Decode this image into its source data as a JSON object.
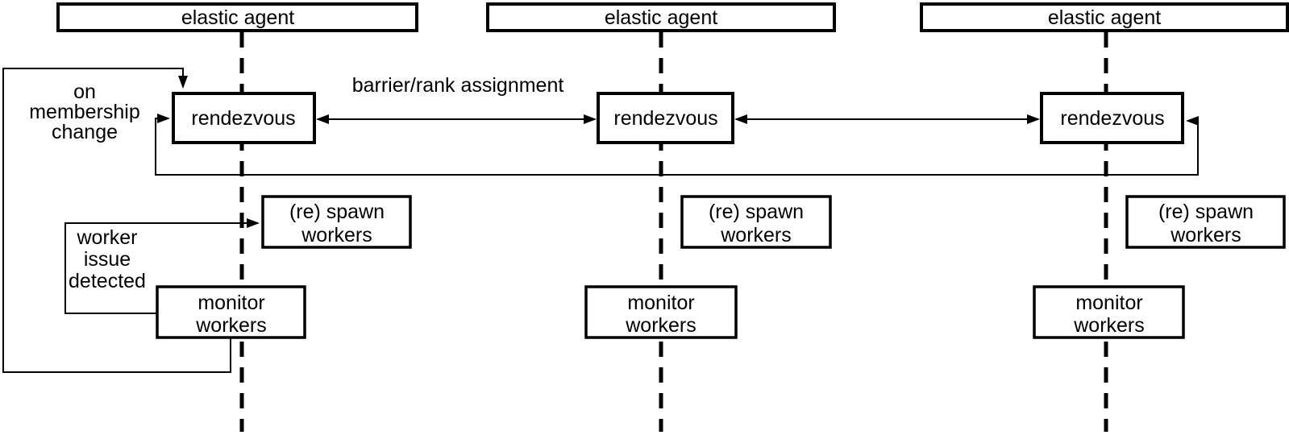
{
  "diagram": {
    "background_color": "#ffffff",
    "line_color": "#000000",
    "columns": [
      {
        "agent": "elastic agent",
        "rendezvous": "rendezvous",
        "spawn": {
          "line1": "(re) spawn",
          "line2": "workers"
        },
        "monitor": {
          "line1": "monitor",
          "line2": "workers"
        }
      },
      {
        "agent": "elastic agent",
        "rendezvous": "rendezvous",
        "spawn": {
          "line1": "(re) spawn",
          "line2": "workers"
        },
        "monitor": {
          "line1": "monitor",
          "line2": "workers"
        }
      },
      {
        "agent": "elastic agent",
        "rendezvous": "rendezvous",
        "spawn": {
          "line1": "(re) spawn",
          "line2": "workers"
        },
        "monitor": {
          "line1": "monitor",
          "line2": "workers"
        }
      }
    ],
    "annotations": {
      "membership_change": {
        "line1": "on",
        "line2": "membership",
        "line3": "change"
      },
      "barrier": "barrier/rank assignment",
      "worker_issue": {
        "line1": "worker",
        "line2": "issue",
        "line3": "detected"
      }
    }
  }
}
